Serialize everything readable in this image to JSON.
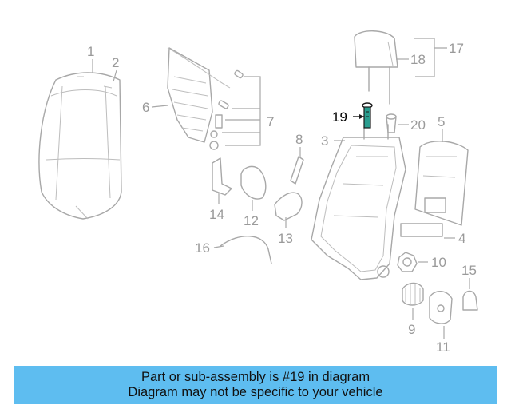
{
  "callouts": {
    "c1": "1",
    "c2": "2",
    "c3": "3",
    "c4": "4",
    "c5": "5",
    "c6": "6",
    "c7": "7",
    "c8": "8",
    "c9": "9",
    "c10": "10",
    "c11": "11",
    "c12": "12",
    "c13": "13",
    "c14": "14",
    "c15": "15",
    "c16": "16",
    "c17": "17",
    "c18": "18",
    "c19": "19",
    "c20": "20"
  },
  "highlighted_part": "19",
  "colors": {
    "banner": "#5ebdf0",
    "part_line": "#a8a8a8",
    "highlight_part": "#2a9d8f"
  },
  "banner": {
    "line1": "Part or sub-assembly is #19 in diagram",
    "line2": "Diagram may not be specific to your vehicle"
  }
}
